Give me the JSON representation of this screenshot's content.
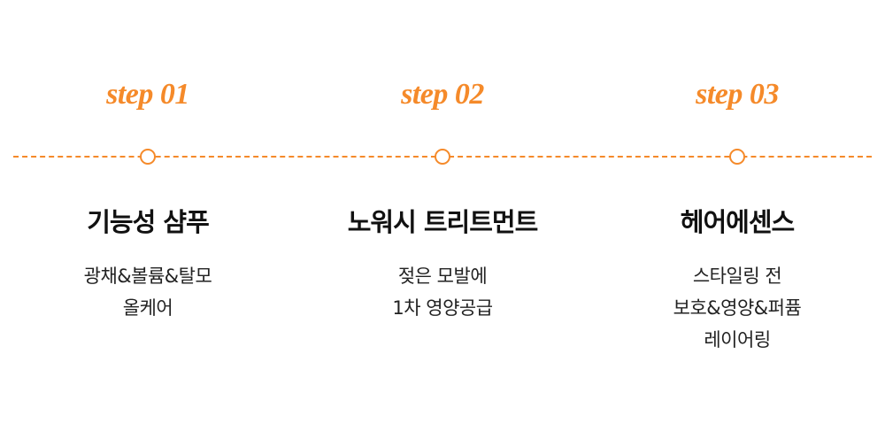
{
  "accent_color": "#f58a2a",
  "steps": [
    {
      "label": "step 01",
      "title": "기능성 샴푸",
      "lines": [
        "광채&볼륨&탈모",
        "올케어"
      ]
    },
    {
      "label": "step 02",
      "title": "노워시 트리트먼트",
      "lines": [
        "젖은 모발에",
        "1차 영양공급"
      ]
    },
    {
      "label": "step 03",
      "title": "헤어에센스",
      "lines": [
        "스타일링 전",
        "보호&영양&퍼퓸",
        "레이어링"
      ]
    }
  ]
}
